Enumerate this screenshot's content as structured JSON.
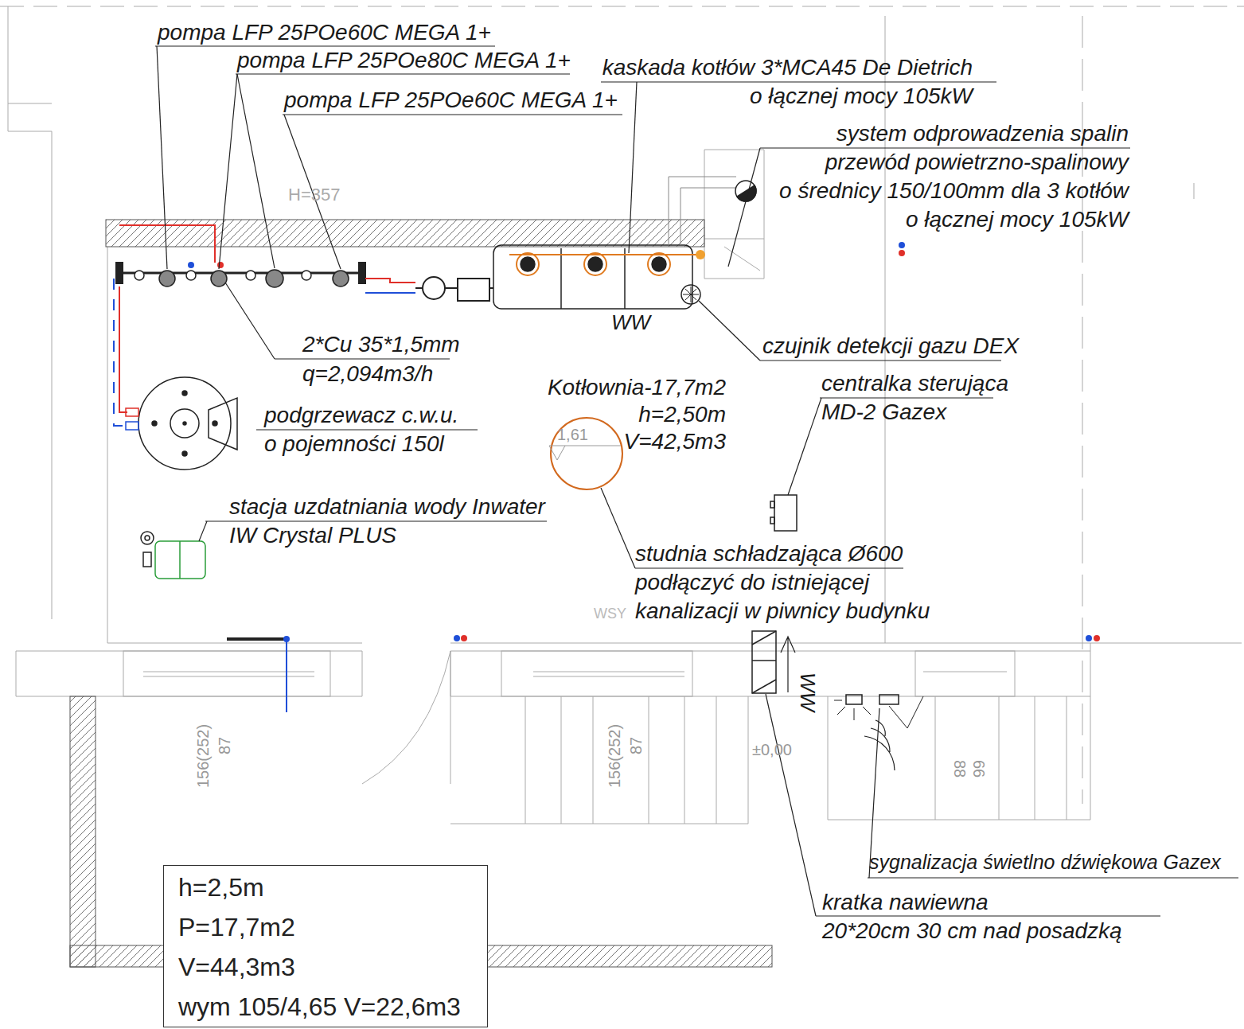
{
  "diagram": {
    "nodes": [
      {
        "text": [
          "h=2,5m",
          "P=17,7m2",
          "V=44,3m3",
          "wym 105/4,65 V=22,6m3"
        ]
      }
    ],
    "labels": [
      "pompa LFP 25POe60C MEGA 1+",
      "pompa LFP 25POe80C MEGA 1+",
      "kaskada kotłów 3*MCA45 De Dietrich o łącznej mocy 105kW",
      "pompa LFP 25POe60C MEGA 1+",
      "system odprowadzenia spalin przewód powietrzno-spalinowy o średnicy 150/100mm dla 3 kotłów o łącznej mocy 105kW",
      "H=357",
      "2*Cu 35*1,5mm",
      "q=2,094m3/h",
      "WW",
      "czujnik detekcji gazu DEX",
      "centralka sterująca MD-2 Gazex",
      "podgrzewacz c.w.u. o pojemności 150l",
      "Kotłownia-17,7m2 h=2,50m V=42,5m3",
      "1,61",
      "stacja uzdatniania wody Inwater IW Crystal PLUS",
      "studnia schładzająca Ø600 podłączyć do istniejącej kanalizacji w piwnicy budynku",
      "WSY",
      "WW",
      "156(252)",
      "87",
      "156(252)",
      "87",
      "±0,00",
      "88",
      "66",
      "sygnalizacja świetlno dźwiękowa Gazex",
      "kratka nawiewna 20*20cm 30 cm nad posadzką"
    ]
  }
}
